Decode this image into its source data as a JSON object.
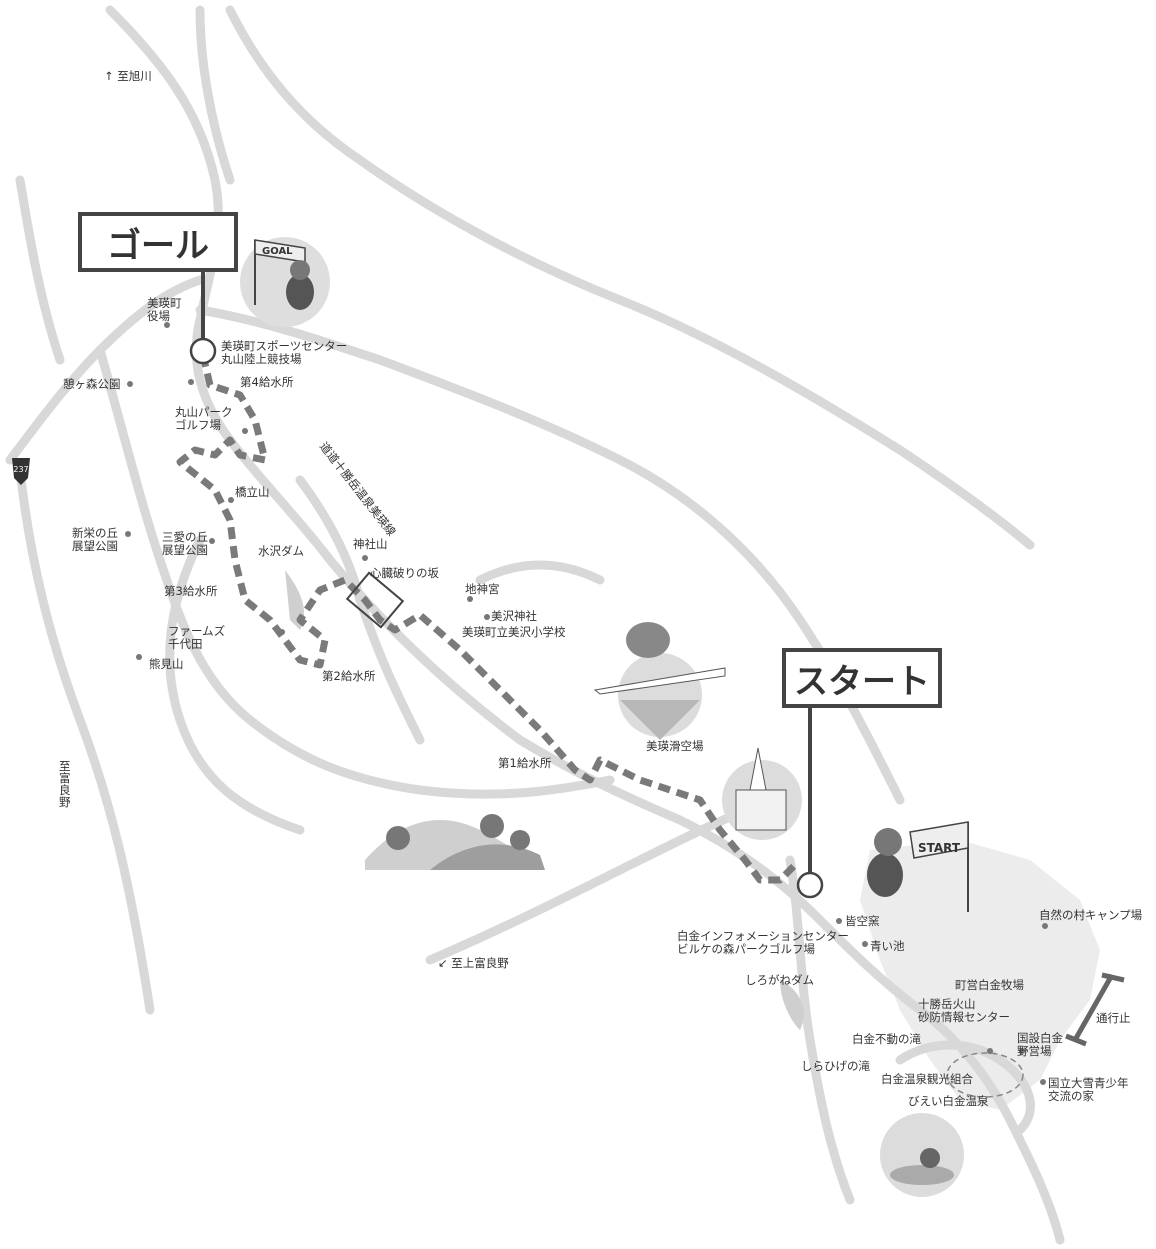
{
  "colors": {
    "road": "#d8d8d8",
    "route": "#7a7a7a",
    "text": "#333333",
    "frame": "#444444"
  },
  "labels": {
    "goal": "ゴール",
    "start": "スタート",
    "goal_sign": "GOAL",
    "start_sign": "START",
    "to_asahikawa": "↑ 至旭川",
    "to_furano": "至富良野",
    "to_kamifurano": "↙ 至上富良野",
    "route237": "237",
    "town_office": "美瑛町\n役場",
    "sports_center": "美瑛町スポーツセンター\n丸山陸上競技場",
    "ikoigamori": "憩ヶ森公園",
    "water4": "第4給水所",
    "maruyama_golf": "丸山パーク\nゴルフ場",
    "doudou": "道道十勝岳温泉美瑛線",
    "hashitate": "橋立山",
    "shinsakae": "新栄の丘\n展望公園",
    "sanai": "三愛の丘\n展望公園",
    "mizusawa_dam": "水沢ダム",
    "jinjayama": "神社山",
    "shinzou": "心臓破りの坂",
    "water3": "第3給水所",
    "chijingu": "地神宮",
    "mizusawa_shrine": "美沢神社",
    "mizusawa_school": "美瑛町立美沢小学校",
    "farms": "ファームズ\n千代田",
    "kumamiyama": "熊見山",
    "water2": "第2給水所",
    "glider": "美瑛滑空場",
    "water1": "第1給水所",
    "shirogane_info": "白金インフォメーションセンター\nビルケの森パークゴルフ場",
    "minasora": "皆空窯",
    "aoiike": "青い池",
    "shirogane_dam": "しろがねダム",
    "camp": "自然の村キャンプ場",
    "bokujo": "町営白金牧場",
    "tokachi": "十勝岳火山\n砂防情報センター",
    "closed": "通行止",
    "fudou": "白金不動の滝",
    "national_camp": "国設白金\n野営場",
    "shirahige": "しらひげの滝",
    "kankou": "白金温泉観光組合",
    "youth": "国立大雪青少年\n交流の家",
    "onsen": "びえい白金温泉"
  }
}
